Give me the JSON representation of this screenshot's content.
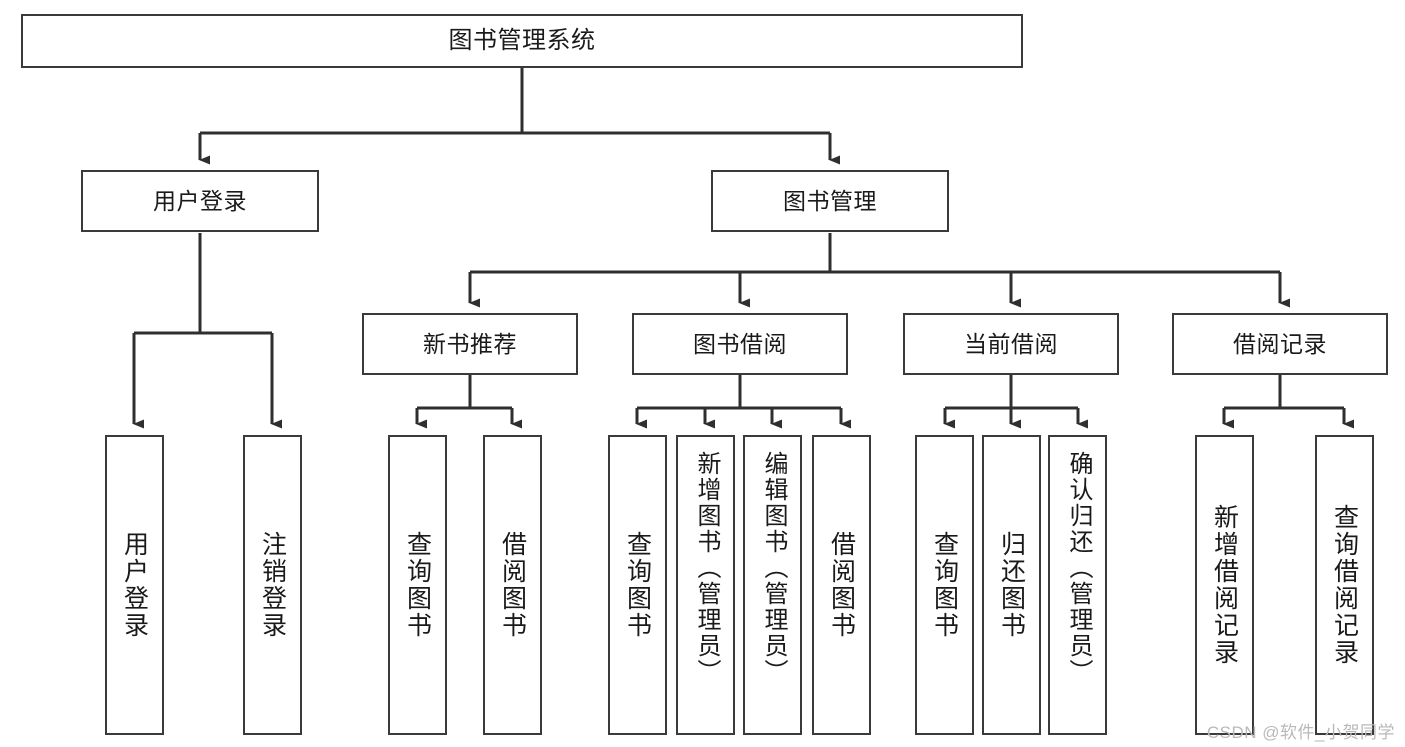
{
  "diagram": {
    "title": "图书管理系统",
    "type": "tree-hierarchy-chart",
    "colors": {
      "box_border": "#3a3a3a",
      "box_fill": "#ffffff",
      "edge": "#2f2f2f",
      "text": "#1a1a1a",
      "watermark": "#b9b9b9",
      "background": "#ffffff"
    },
    "levels": {
      "root": {
        "label": "图书管理系统"
      },
      "modules": [
        {
          "label": "用户登录"
        },
        {
          "label": "图书管理"
        }
      ],
      "submodules": [
        {
          "label": "新书推荐"
        },
        {
          "label": "图书借阅"
        },
        {
          "label": "当前借阅"
        },
        {
          "label": "借阅记录"
        }
      ],
      "leaves": {
        "user_login": [
          {
            "label": "用户登录"
          },
          {
            "label": "注销登录"
          }
        ],
        "new_book_recommend": [
          {
            "label": "查询图书"
          },
          {
            "label": "借阅图书"
          }
        ],
        "book_borrow": [
          {
            "label": "查询图书"
          },
          {
            "label": "新增图书（管理员）"
          },
          {
            "label": "编辑图书（管理员）"
          },
          {
            "label": "借阅图书"
          }
        ],
        "current_borrow": [
          {
            "label": "查询图书"
          },
          {
            "label": "归还图书"
          },
          {
            "label": "确认归还（管理员）"
          }
        ],
        "borrow_record": [
          {
            "label": "新增借阅记录"
          },
          {
            "label": "查询借阅记录"
          }
        ]
      }
    },
    "watermark": "CSDN @软件_小贺同学"
  }
}
